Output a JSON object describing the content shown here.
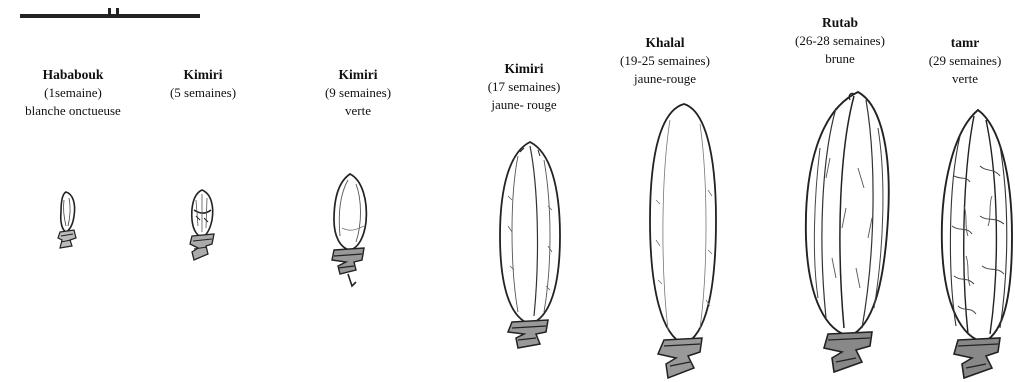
{
  "figure": {
    "stages": [
      {
        "name": "Hababouk",
        "duration": "(1semaine)",
        "color": "blanche onctueuse"
      },
      {
        "name": "Kimiri",
        "duration": "(5 semaines)",
        "color": ""
      },
      {
        "name": "Kimiri",
        "duration": "(9 semaines)",
        "color": "verte"
      },
      {
        "name": "Kimiri",
        "duration": "(17 semaines)",
        "color": "jaune- rouge"
      },
      {
        "name": "Khalal",
        "duration": "(19-25 semaines)",
        "color": "jaune-rouge"
      },
      {
        "name": "Rutab",
        "duration": "(26-28 semaines)",
        "color": "brune"
      },
      {
        "name": "tamr",
        "duration": "(29 semaines)",
        "color": "verte"
      }
    ]
  }
}
